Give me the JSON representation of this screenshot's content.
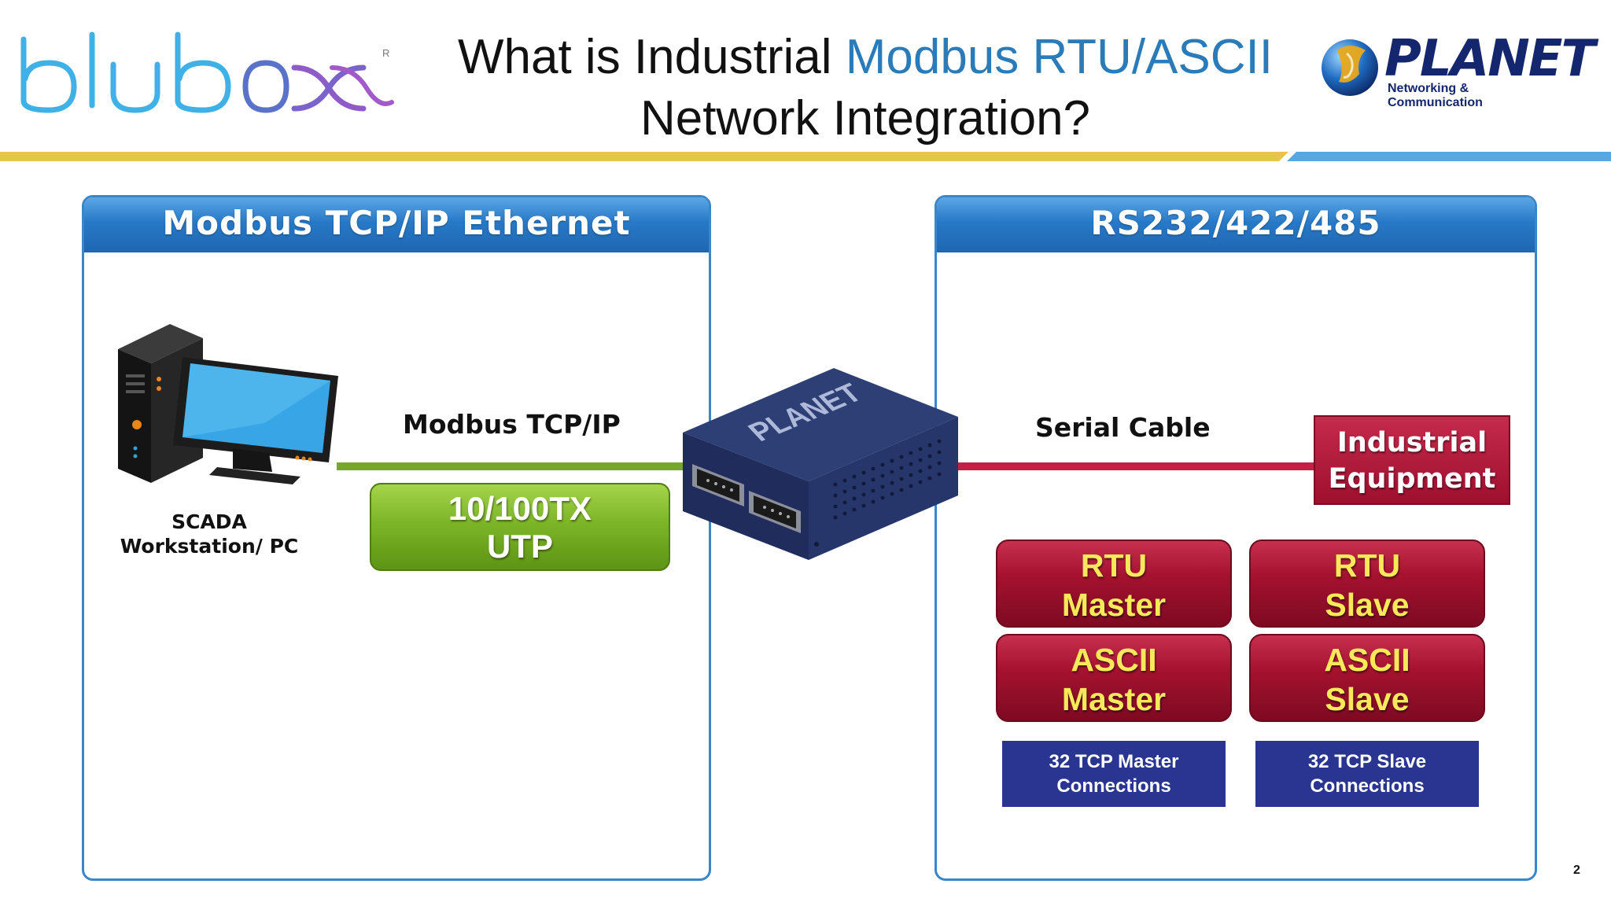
{
  "header": {
    "brand_reg_mark": "R",
    "title_line1_plain": "What is Industrial ",
    "title_line1_highlight": "Modbus RTU/ASCII",
    "title_line2": "Network Integration?",
    "planet_name": "PLANET",
    "planet_tagline": "Networking & Communication"
  },
  "colors": {
    "title_highlight": "#2b7bb9",
    "panel_header": "#2779c7",
    "ethernet_line": "#78a82b",
    "serial_line": "#c22045",
    "role_box": "#a5122f",
    "role_text": "#f7e95a",
    "connection_box": "#2a3591",
    "divider_yellow": "#e6c64a",
    "divider_blue": "#5aa7de"
  },
  "left_panel": {
    "title": "Modbus TCP/IP Ethernet",
    "computer_icon": "desktop-computer-icon",
    "computer_caption_line1": "SCADA",
    "computer_caption_line2": "Workstation/ PC",
    "link_label": "Modbus TCP/IP",
    "cable_line1": "10/100TX",
    "cable_line2": "UTP"
  },
  "device": {
    "icon": "modbus-gateway-device-icon",
    "brand": "PLANET"
  },
  "right_panel": {
    "title": "RS232/422/485",
    "link_label": "Serial Cable",
    "equipment_line1": "Industrial",
    "equipment_line2": "Equipment",
    "roles": [
      {
        "line1": "RTU",
        "line2": "Master"
      },
      {
        "line1": "RTU",
        "line2": "Slave"
      },
      {
        "line1": "ASCII",
        "line2": "Master"
      },
      {
        "line1": "ASCII",
        "line2": "Slave"
      }
    ],
    "connections": [
      {
        "line1": "32 TCP Master",
        "line2": "Connections"
      },
      {
        "line1": "32 TCP Slave",
        "line2": "Connections"
      }
    ]
  },
  "page_number": "2"
}
